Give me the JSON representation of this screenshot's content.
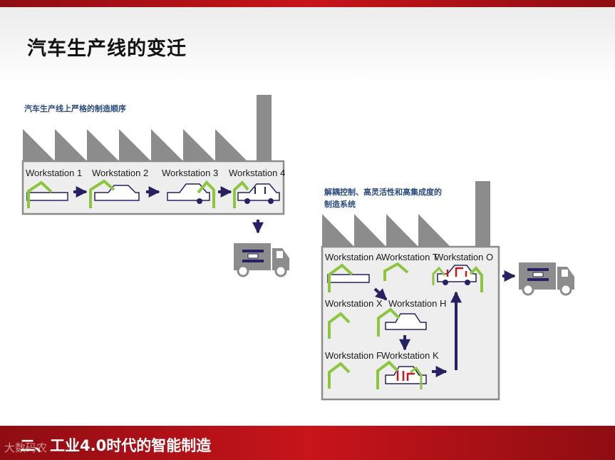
{
  "slide": {
    "title": "汽车生产线的变迁",
    "footer": "二、工业4.0时代的智能制造",
    "watermark": "大数码农"
  },
  "left_diagram": {
    "caption": "汽车生产线上严格的制造顺序",
    "stations": [
      "Workstation 1",
      "Workstation 2",
      "Workstation 3",
      "Workstation 4"
    ]
  },
  "right_diagram": {
    "caption_line1": "解耦控制、高灵活性和高集成度的",
    "caption_line2": "制造系统",
    "stations": [
      "Workstation A",
      "Workstation T",
      "Workstation O",
      "Workstation X",
      "Workstation H",
      "Workstation F",
      "Workstation K"
    ]
  },
  "colors": {
    "accent_red": "#c8141b",
    "robot_green": "#8cc63f",
    "arrow_navy": "#262262",
    "factory_gray": "#8c8c8c"
  }
}
